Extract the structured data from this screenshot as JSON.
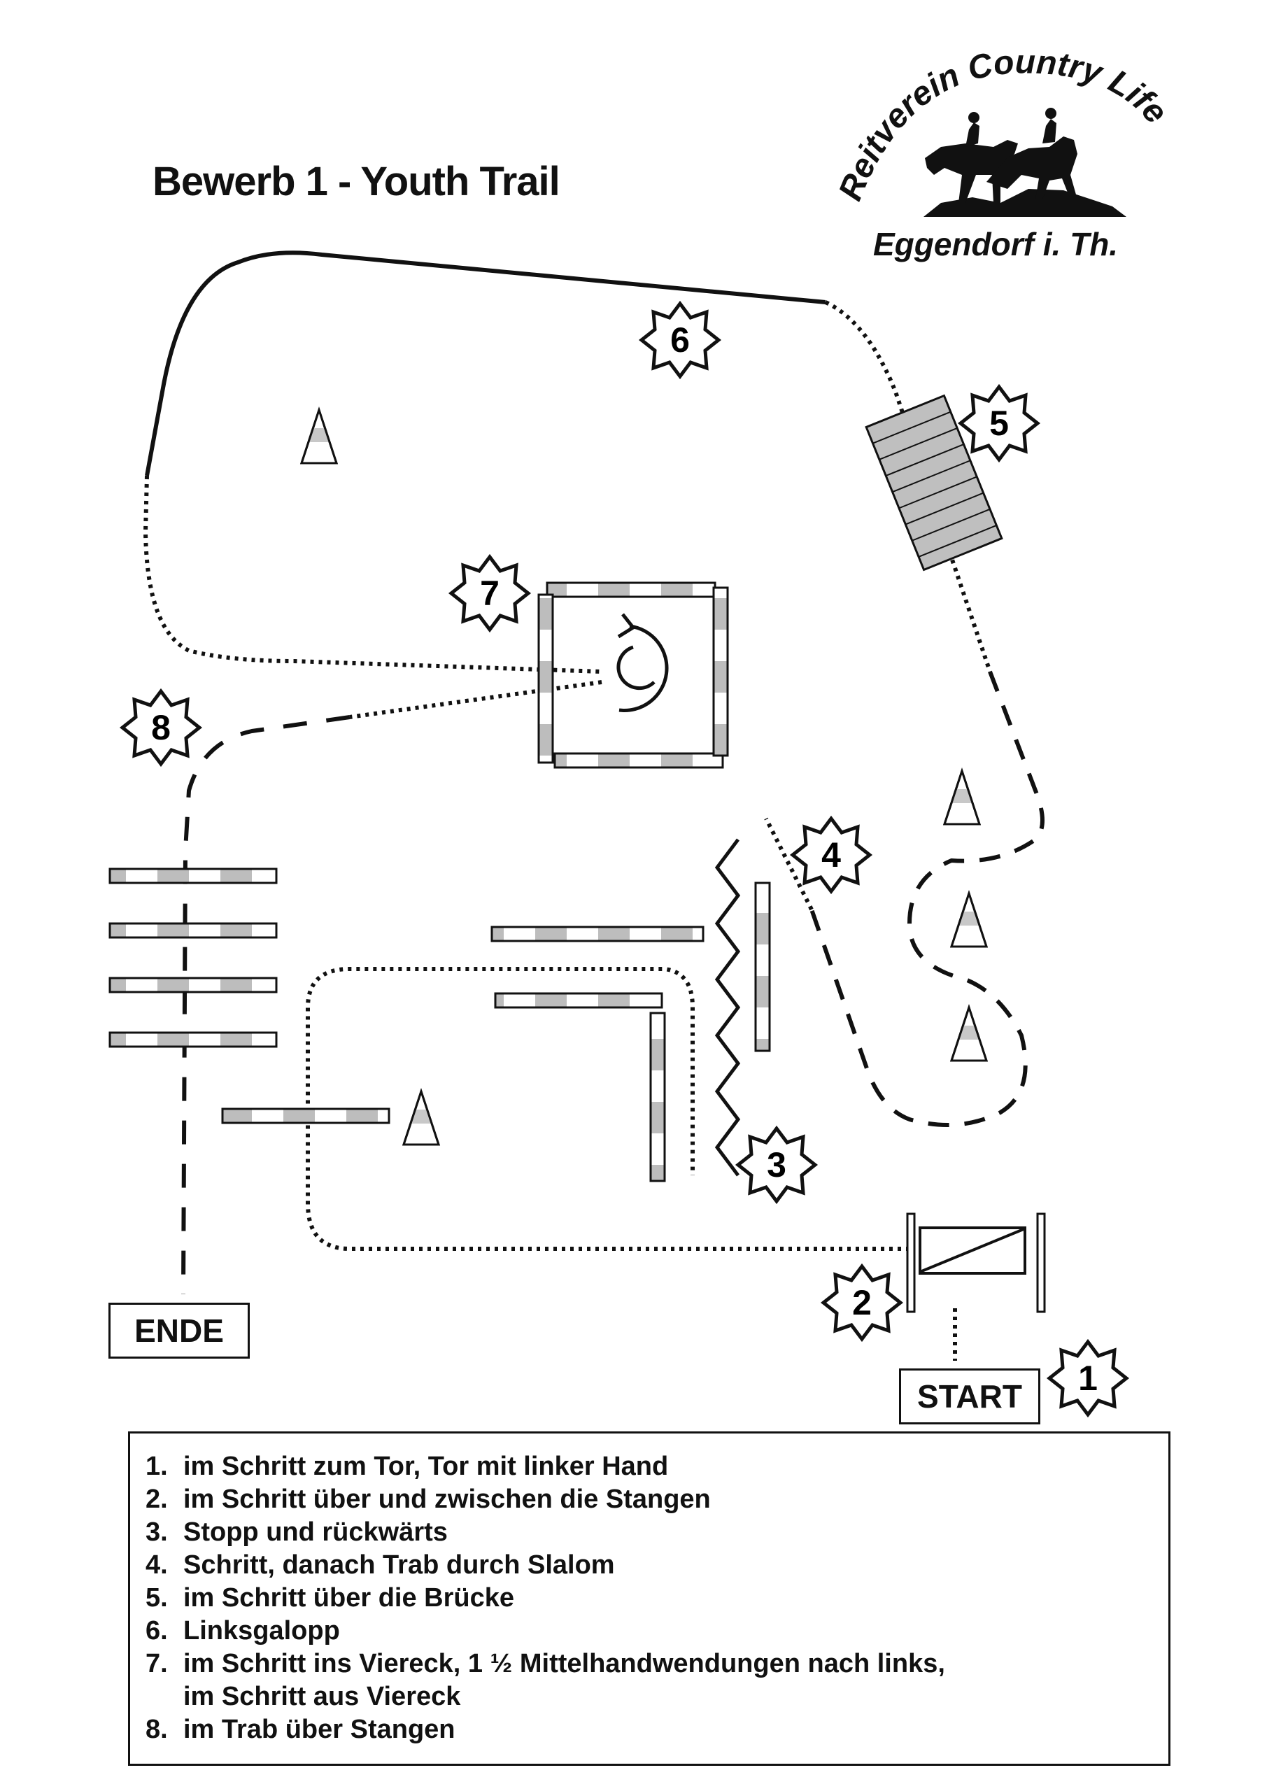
{
  "title": "Bewerb 1 - Youth Trail",
  "club": {
    "name": "Reitverein Country Life",
    "location": "Eggendorf i. Th."
  },
  "labels": {
    "start": "START",
    "ende": "ENDE"
  },
  "station_markers": [
    "1",
    "2",
    "3",
    "4",
    "5",
    "6",
    "7",
    "8"
  ],
  "legend": [
    {
      "num": "1.",
      "text": "im Schritt zum Tor, Tor mit linker Hand"
    },
    {
      "num": "2.",
      "text": "im Schritt über und zwischen die Stangen"
    },
    {
      "num": "3.",
      "text": "Stopp und rückwärts"
    },
    {
      "num": "4.",
      "text": "Schritt, danach Trab durch Slalom"
    },
    {
      "num": "5.",
      "text": "im Schritt über die Brücke"
    },
    {
      "num": "6.",
      "text": "Linksgalopp"
    },
    {
      "num": "7.",
      "text": "im Schritt ins Viereck, 1 ½ Mittelhandwendungen nach links,\nim Schritt aus Viereck"
    },
    {
      "num": "8.",
      "text": "im Trab über Stangen"
    }
  ],
  "colors": {
    "ink": "#111111",
    "pole_stripe": "#bdbdbd",
    "bridge_fill": "#bfbfbf",
    "cone_stripe": "#c8c8c8"
  }
}
